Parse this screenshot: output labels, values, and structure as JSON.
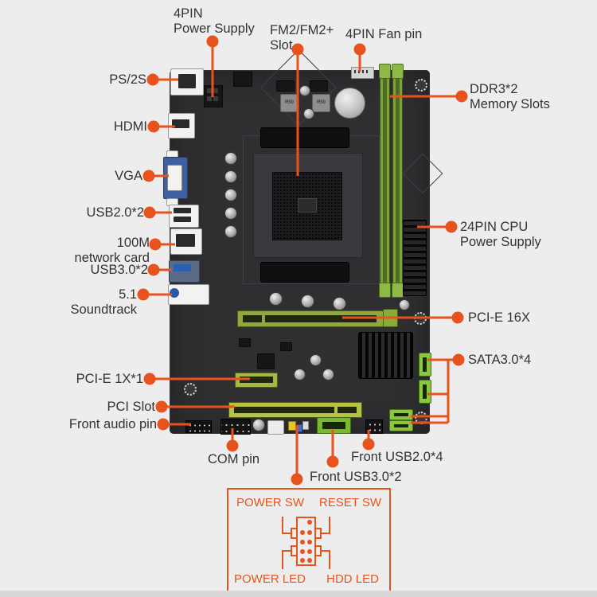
{
  "colors": {
    "accent": "#e8531d",
    "background": "#ededed",
    "board": "#2f2f32",
    "slot_green": "#8aab3c",
    "sata_green": "#8cc63f",
    "vga_blue": "#3f5f9e",
    "label_text": "#333333"
  },
  "callouts": {
    "four_pin_power": {
      "text": "4PIN\nPower Supply"
    },
    "ps2": {
      "text": "PS/2S"
    },
    "fm2_slot": {
      "text": "FM2/FM2+\nSlot"
    },
    "fan_pin": {
      "text": "4PIN Fan pin"
    },
    "ddr3": {
      "text": "DDR3*2\nMemory Slots"
    },
    "hdmi": {
      "text": "HDMI"
    },
    "vga": {
      "text": "VGA"
    },
    "usb20": {
      "text": "USB2.0*2"
    },
    "network": {
      "text": "100M\nnetwork card"
    },
    "usb30": {
      "text": "USB3.0*2"
    },
    "soundtrack": {
      "text": "5.1\nSoundtrack"
    },
    "atx24": {
      "text": "24PIN CPU\nPower Supply"
    },
    "pcie16": {
      "text": "PCI-E 16X"
    },
    "sata": {
      "text": "SATA3.0*4"
    },
    "pcie1x": {
      "text": "PCI-E 1X*1"
    },
    "pci_slot": {
      "text": "PCI Slot"
    },
    "front_audio": {
      "text": "Front audio pin"
    },
    "com_pin": {
      "text": "COM pin"
    },
    "front_usb3": {
      "text": "Front USB3.0*2"
    },
    "front_usb2": {
      "text": "Front USB2.0*4"
    }
  },
  "front_panel_diagram": {
    "power_sw": "POWER SW",
    "reset_sw": "RESET SW",
    "power_led": "POWER LED",
    "hdd_led": "HDD LED"
  },
  "board": {
    "choke_label": "R50"
  }
}
